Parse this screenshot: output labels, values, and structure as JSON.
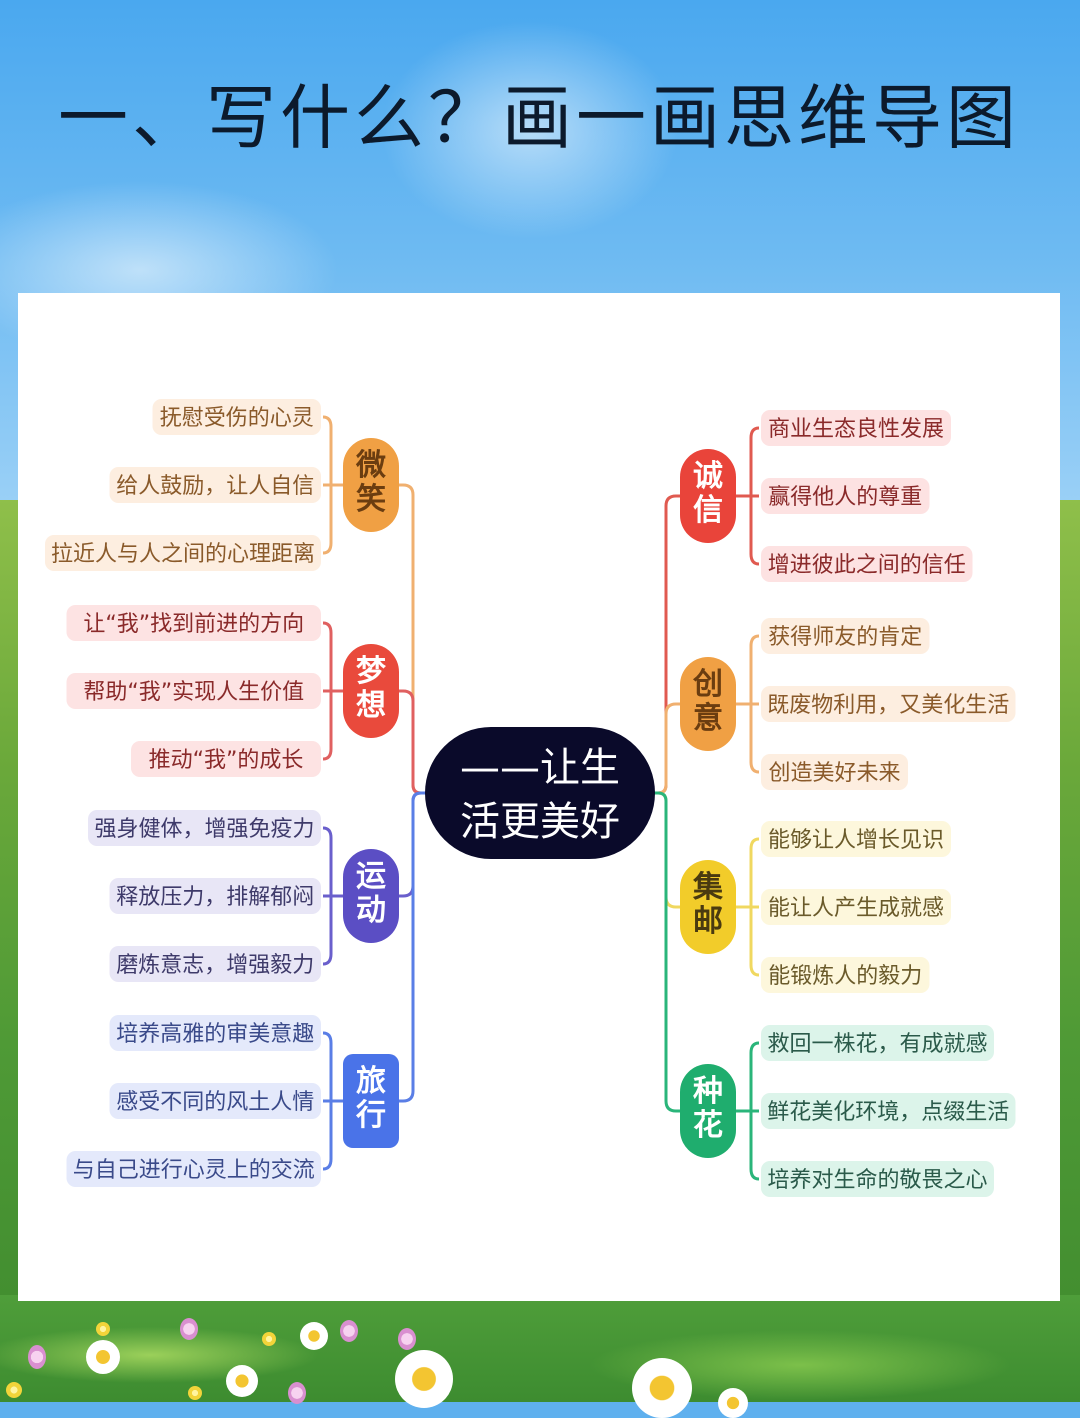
{
  "page": {
    "title": "一、写什么？画一画思维导图"
  },
  "mindmap": {
    "center": {
      "line1": "——让生",
      "line2": "活更美好",
      "bg": "#0a0a2a",
      "text_color": "#ffffff"
    },
    "left_branches": [
      {
        "topic": "微笑",
        "chars": [
          "微",
          "笑"
        ],
        "color": "#f0a044",
        "line_color": "#f0b070",
        "text_color": "#6b3d10",
        "leaf_bg": "#fdeee0",
        "leaf_text": "#8a5a2a",
        "shape": "pill",
        "leaves": [
          "抚慰受伤的心灵",
          "给人鼓励，让人自信",
          "拉近人与人之间的心理距离"
        ]
      },
      {
        "topic": "梦想",
        "chars": [
          "梦",
          "想"
        ],
        "color": "#e94a3c",
        "line_color": "#e06060",
        "text_color": "#ffffff",
        "leaf_bg": "#fde3e3",
        "leaf_text": "#8a2a2a",
        "shape": "pill",
        "leaves": [
          "让“我”找到前进的方向",
          "帮助“我”实现人生价值",
          "推动“我”的成长"
        ]
      },
      {
        "topic": "运动",
        "chars": [
          "运",
          "动"
        ],
        "color": "#5b4ec4",
        "line_color": "#6a5fcc",
        "text_color": "#ffffff",
        "leaf_bg": "#e8e6f6",
        "leaf_text": "#3e3a6a",
        "shape": "pill",
        "leaves": [
          "强身健体，增强免疫力",
          "释放压力，排解郁闷",
          "磨炼意志，增强毅力"
        ]
      },
      {
        "topic": "旅行",
        "chars": [
          "旅",
          "行"
        ],
        "color": "#4a73e8",
        "line_color": "#5a7ee6",
        "text_color": "#ffffff",
        "leaf_bg": "#e4e9fb",
        "leaf_text": "#3a4a8a",
        "shape": "rect",
        "leaves": [
          "培养高雅的审美意趣",
          "感受不同的风土人情",
          "与自己进行心灵上的交流"
        ]
      }
    ],
    "right_branches": [
      {
        "topic": "诚信",
        "chars": [
          "诚",
          "信"
        ],
        "color": "#e9443a",
        "line_color": "#e05a50",
        "text_color": "#ffffff",
        "leaf_bg": "#fde2e2",
        "leaf_text": "#8a2a2a",
        "shape": "pill",
        "leaves": [
          "商业生态良性发展",
          "赢得他人的尊重",
          "增进彼此之间的信任"
        ]
      },
      {
        "topic": "创意",
        "chars": [
          "创",
          "意"
        ],
        "color": "#f0a044",
        "line_color": "#f0b070",
        "text_color": "#6b3d10",
        "leaf_bg": "#fdeee0",
        "leaf_text": "#8a5a2a",
        "shape": "pill",
        "leaves": [
          "获得师友的肯定",
          "既废物利用，又美化生活",
          "创造美好未来"
        ]
      },
      {
        "topic": "集邮",
        "chars": [
          "集",
          "邮"
        ],
        "color": "#f2cc2a",
        "line_color": "#f0d860",
        "text_color": "#4a3a10",
        "leaf_bg": "#fdf7dc",
        "leaf_text": "#6a5a2a",
        "shape": "pill",
        "leaves": [
          "能够让人增长见识",
          "能让人产生成就感",
          "能锻炼人的毅力"
        ]
      },
      {
        "topic": "种花",
        "chars": [
          "种",
          "花"
        ],
        "color": "#1fad6e",
        "line_color": "#2ab57a",
        "text_color": "#ffffff",
        "leaf_bg": "#dcf4ea",
        "leaf_text": "#2a5a4a",
        "shape": "pill",
        "leaves": [
          "救回一株花，有成就感",
          "鲜花美化环境，点缀生活",
          "培养对生命的敬畏之心"
        ]
      }
    ]
  }
}
